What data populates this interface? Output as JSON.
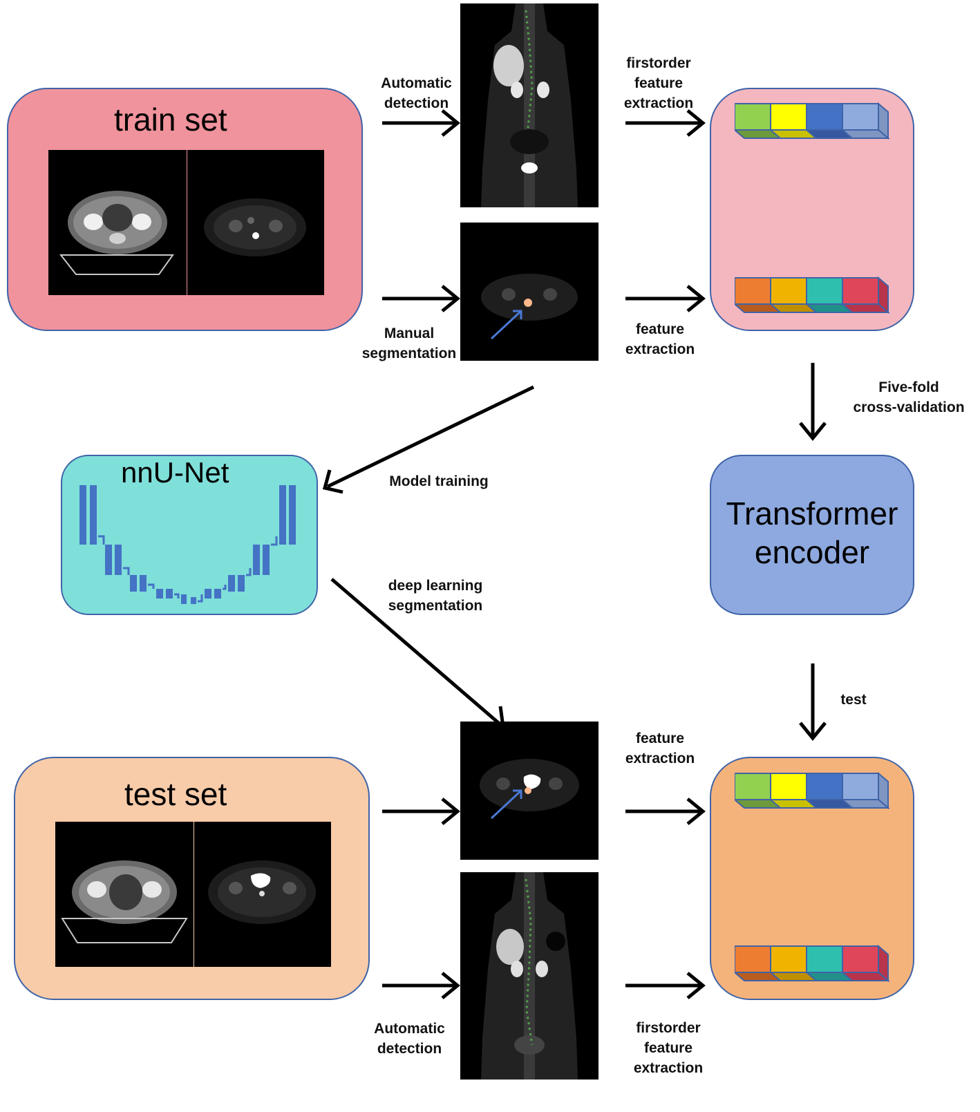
{
  "train_set": {
    "title": "train set",
    "bg": "#f0939c"
  },
  "test_set": {
    "title": "test set",
    "bg": "#f8cba9"
  },
  "nnunet": {
    "title": "nnU-Net",
    "bg": "#7fdfd9"
  },
  "transformer": {
    "line1": "Transformer",
    "line2": "encoder",
    "bg": "#8ea9df"
  },
  "feature_panel_train": {
    "bg": "#f4b7bf"
  },
  "feature_panel_test": {
    "bg": "#f5b37c"
  },
  "labels": {
    "automatic_detection_top": [
      "Automatic",
      "detection"
    ],
    "manual_segmentation": [
      "Manual",
      "segmentation"
    ],
    "firstorder_top": [
      "firstorder",
      "feature",
      "extraction"
    ],
    "feature_extraction_top": [
      "feature",
      "extraction"
    ],
    "five_fold": [
      "Five-fold",
      "cross-validation"
    ],
    "model_training": "Model training",
    "deep_learning": [
      "deep learning",
      "segmentation"
    ],
    "test": "test",
    "feature_extraction_bottom": [
      "feature",
      "extraction"
    ],
    "automatic_detection_bottom": [
      "Automatic",
      "detection"
    ],
    "firstorder_bottom": [
      "firstorder",
      "feature",
      "extraction"
    ]
  },
  "feature_block_colors": {
    "row_a": [
      "#92d050",
      "#ffff00",
      "#4472c4",
      "#8faadc"
    ],
    "row_b": [
      "#ed7d31",
      "#f0b400",
      "#2fbfae",
      "#e0465a"
    ]
  },
  "colors": {
    "panel_border": "#3f63a8",
    "unet_block": "#4472c4",
    "arrow": "#000000"
  }
}
